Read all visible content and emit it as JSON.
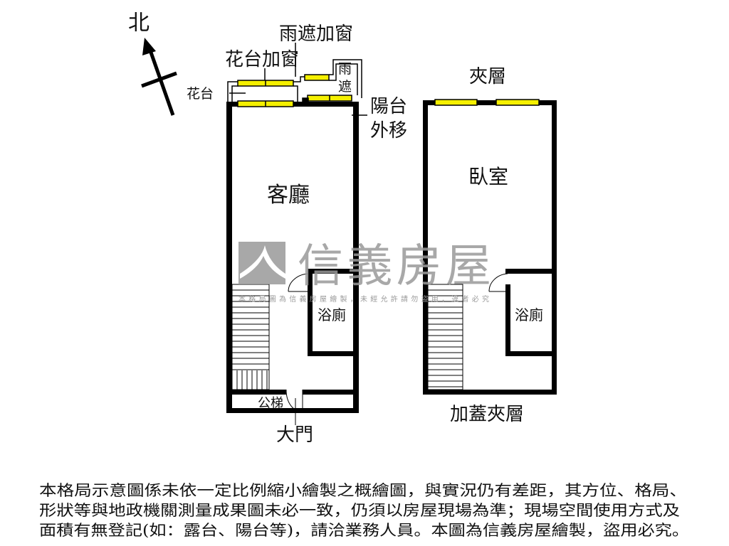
{
  "compass": {
    "label": "北"
  },
  "left_unit": {
    "rain_cover_window": "雨遮加窗",
    "planter_window": "花台加窗",
    "planter": "花台",
    "rain_cover_1": "雨",
    "rain_cover_2": "遮",
    "balcony_1": "陽台",
    "balcony_2": "外移",
    "living_room": "客廳",
    "bathroom": "浴廁",
    "public_stairs": "公梯",
    "main_door": "大門"
  },
  "right_unit": {
    "mezzanine": "夾層",
    "bedroom": "臥室",
    "bathroom": "浴廁",
    "added_mezzanine": "加蓋夾層"
  },
  "watermark": {
    "brand": "信義房屋",
    "notice": "本格局圖為信義房屋繪製，未經允許請勿盜用，違者必究"
  },
  "disclaimer": {
    "lines": [
      "本格局示意圖係未依一定比例縮小繪製之概繪圖，與實況仍有差距，其方位、格局、",
      "形狀等與地政機關測量成果圖未必一致，仍須以房屋現場為準；現場空間使用方式及",
      "面積有無登記(如：露台、陽台等)，請洽業務人員。本圖為信義房屋繪製，盜用必究。"
    ]
  },
  "colors": {
    "wall": "#000000",
    "window": "#f5f000",
    "watermark": "#9a9a9a"
  }
}
